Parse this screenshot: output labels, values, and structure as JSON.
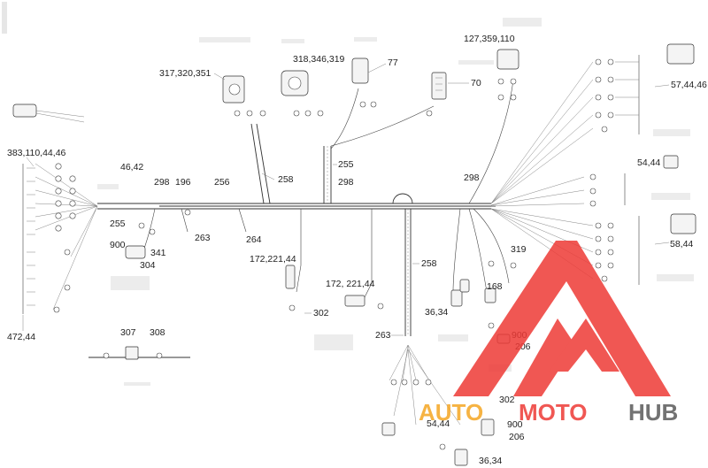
{
  "diagram": {
    "labels": {
      "l_383": "383,110,44,46",
      "l_472": "472,44",
      "l_4642": "46,42",
      "l_298a": "298",
      "l_196": "196",
      "l_256": "256",
      "l_255a": "255",
      "l_263a": "263",
      "l_264": "264",
      "l_900a": "900",
      "l_341": "341",
      "l_304": "304",
      "l_307": "307",
      "l_308": "308",
      "l_317": "317,320,351",
      "l_318": "318,346,319",
      "l_77": "77",
      "l_258a": "258",
      "l_255b": "255",
      "l_298b": "298",
      "l_127": "127,359,110",
      "l_70": "70",
      "l_298c": "298",
      "l_5744": "57,44,46",
      "l_5444a": "54,44",
      "l_5844": "58,44",
      "l_319": "319",
      "l_172a": "172,221,44",
      "l_172b": "172, 221,44",
      "l_302a": "302",
      "l_258b": "258",
      "l_3634a": "36,34",
      "l_168": "168",
      "l_263b": "263",
      "l_900b": "900",
      "l_206a": "206",
      "l_302b": "302",
      "l_5444b": "54,44",
      "l_900c": "900",
      "l_206b": "206",
      "l_3634b": "36,34"
    }
  },
  "watermark": {
    "word_auto": "AUTO",
    "word_moto": "MOTO",
    "word_hub": "HUB",
    "color_red": "#ee3a36",
    "color_orange": "#f5a623",
    "color_gray": "#5a5a5a"
  }
}
